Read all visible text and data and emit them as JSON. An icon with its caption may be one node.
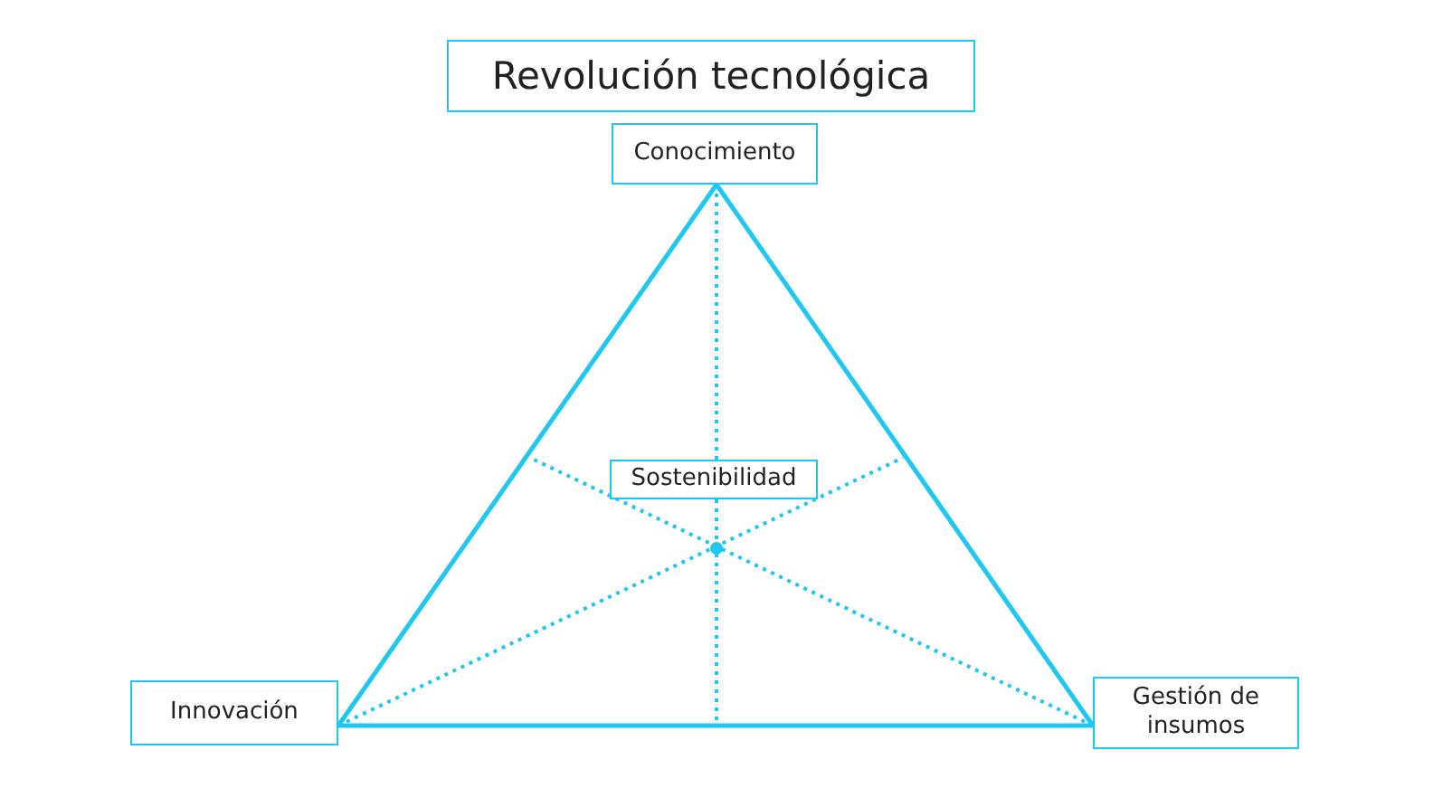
{
  "diagram": {
    "title": "Revolución tecnológica",
    "nodes": [
      {
        "text": [
          "Conocimiento"
        ]
      },
      {
        "text": [
          "Innovación"
        ]
      },
      {
        "text": [
          "Gestión de insumos"
        ]
      },
      {
        "text": [
          "Sostenibilidad"
        ]
      }
    ],
    "edges": [
      {
        "from": 0,
        "to": 1,
        "arrow": "none"
      },
      {
        "from": 1,
        "to": 2,
        "arrow": "none"
      },
      {
        "from": 2,
        "to": 0,
        "arrow": "none"
      },
      {
        "from": 0,
        "to": 3,
        "arrow": "none",
        "style": "dashed"
      },
      {
        "from": 3,
        "to": null,
        "arrow": "none",
        "style": "dashed"
      },
      {
        "from": 1,
        "to": null,
        "arrow": "none",
        "style": "dashed"
      },
      {
        "from": 2,
        "to": null,
        "arrow": "none",
        "style": "dashed"
      }
    ]
  }
}
